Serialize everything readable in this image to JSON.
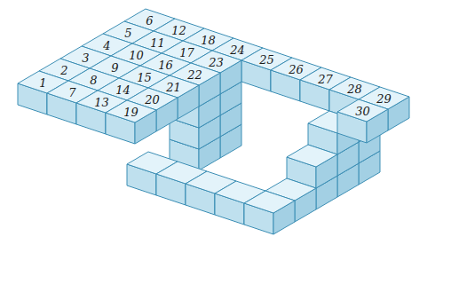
{
  "diagram": {
    "labels": [
      "1",
      "2",
      "3",
      "4",
      "5",
      "6",
      "7",
      "8",
      "9",
      "10",
      "11",
      "12",
      "13",
      "14",
      "15",
      "16",
      "17",
      "18",
      "19",
      "20",
      "21",
      "22",
      "23",
      "24",
      "25",
      "26",
      "27",
      "28",
      "29",
      "30"
    ]
  }
}
